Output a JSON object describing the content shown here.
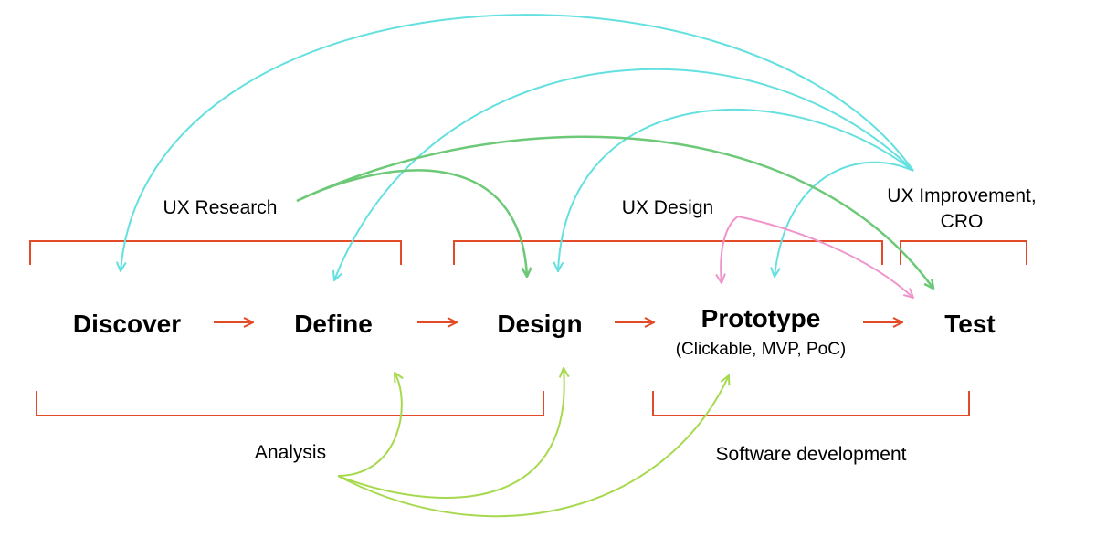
{
  "stages": {
    "discover": "Discover",
    "define": "Define",
    "design": "Design",
    "prototype": "Prototype",
    "prototype_sub": "(Clickable, MVP, PoC)",
    "test": "Test"
  },
  "groups": {
    "ux_research": "UX Research",
    "ux_design": "UX Design",
    "ux_improvement_line1": "UX Improvement,",
    "ux_improvement_line2": "CRO",
    "analysis": "Analysis",
    "software_development": "Software development"
  },
  "colors": {
    "process_arrow": "#e34a27",
    "bracket": "#e34a27",
    "ux_improvement_links": "#63e0df",
    "ux_research_links": "#6cc977",
    "analysis_links": "#a7d94f",
    "ux_design_links": "#f094cc",
    "text": "#000000"
  }
}
